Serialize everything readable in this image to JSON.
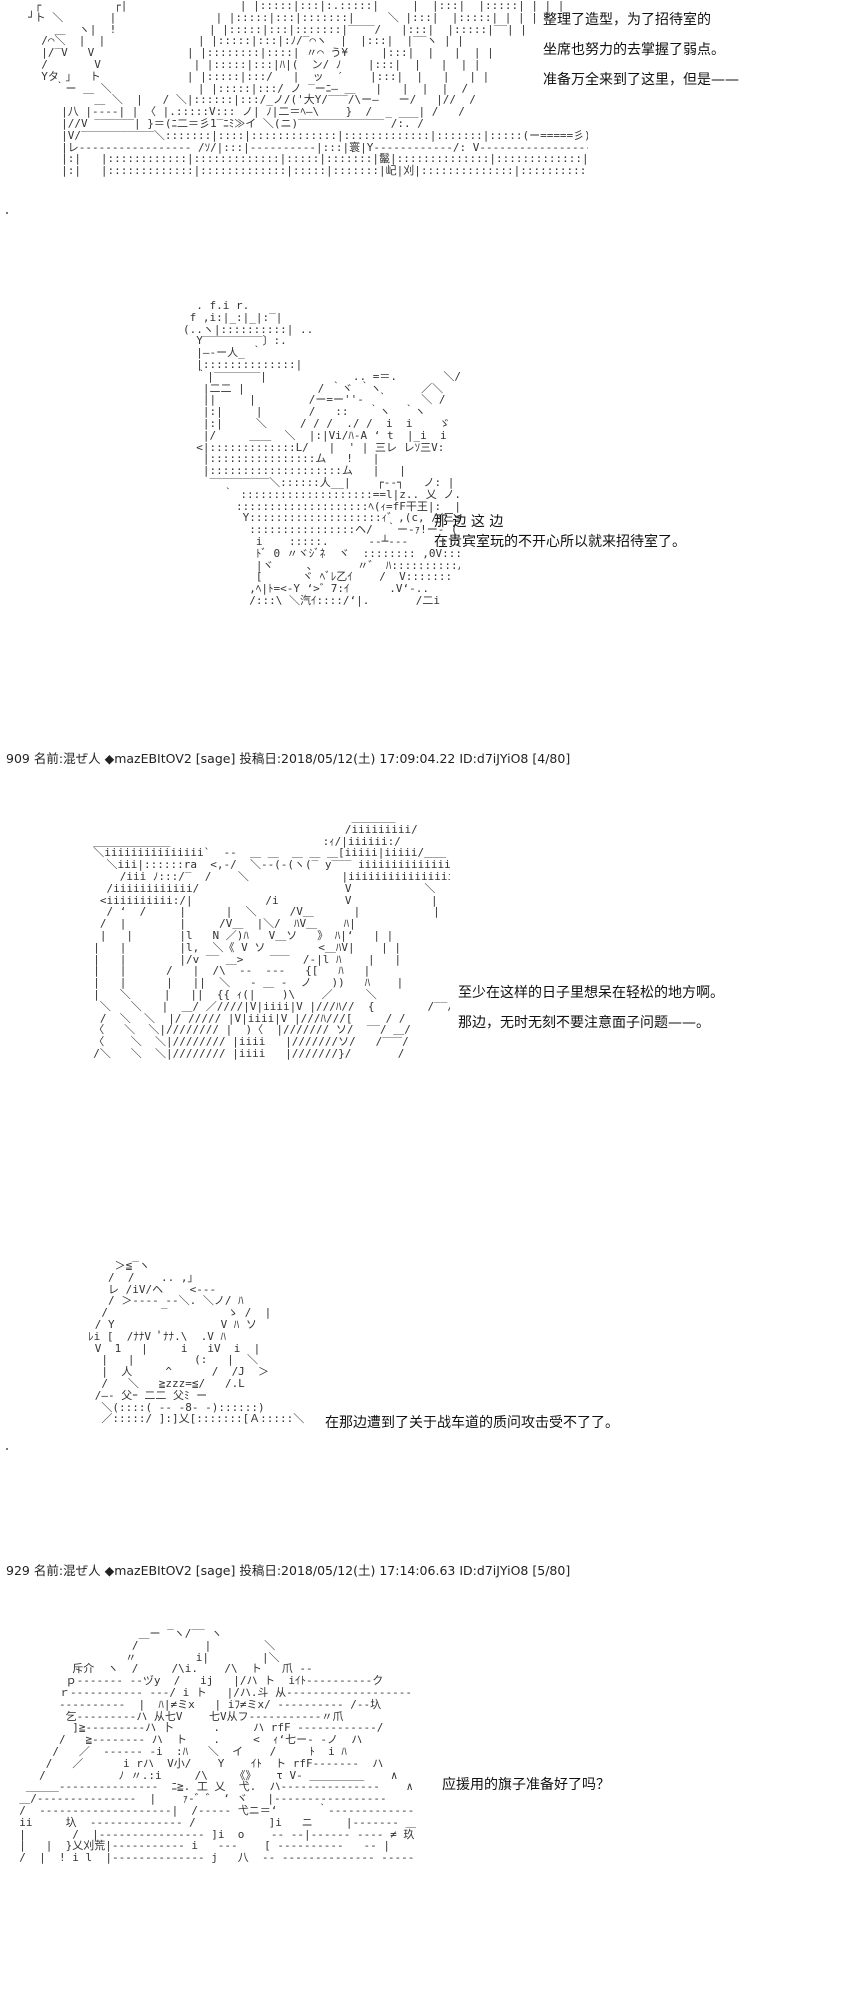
{
  "art_blocks": {
    "art1": " ┌           ┌|                 | |:::::|:::|:.:::::|     |  |:::|  |:::::| | | |\n┘ト ＼       |               | |:::::|:::|:::::::|     ＼ |:::|  |:::::| | | |\n    ＿  ヽ|  !              | |:::::|:::|:::::::|‾‾‾‾/   |:::|  |:::::|‾‾| |\n  /⌒＼  |  |              | |:::::|:::|:ﾉ/‾⌒ヽ  |  |:::|  |‾‾ヽ | |\n  |/‾V   V              | |::::::::|::::| 〃⌒ う¥     |:::|  |   |  | |\n  /       V              | |:::::|:::|ﾊ|(  ン/ ﾉ    |:::|  |   |  | |\n  Yタ 」  ト             | |:::::|:::/   |  ッ  ′    |:::|  |   |   | |\n    ｀ー ＿ ＼             | |:::::|:::/ ノ ‾ーﾆ― ＿   |   |  |  |  /\n          ＿ ＼  |   / ＼|::::::|:::/_ノ/('大Y/‾‾‾/\\ー―   ー/   |//  /\n     |八 |‐‐‐‐| | 〈 |.:::::V::: ノ| ﾉ|二＝ﾍ―\\    }  /  _ ___| /   /\n     |//V ‾‾‾‾‾‾| }＝(ﾆ二＝彡1‾ﾆﾐ≫イ ＼(ニ)‾‾‾‾‾‾‾‾‾‾‾‾‾ /:. /\n     |V/‾‾‾‾‾‾‾‾‾‾‾＼:::::::|::::|:::::::::::::|:::::::::::::|:::::::|:::::(ー=====彡)〈⌒〉\n     |レ‐‐‐‐‐‐‐‐‐‐‐‐‐‐‐‐‐ /ｿ/|:::|‐‐‐‐‐‐‐‐‐‐|:::|寰|Y‐‐‐‐‐‐‐‐‐‐‐‐/: V‐‐‐‐‐‐‐‐‐‐‐‐‐‐‐‐‐‐‐( : |_|\n     |:|   |::::::::::::|:::::::::::::|:::::|:::::::|鬣|::::::::::::::|:::::::::::::|:::::::|:::::::::::| /  |\n     |:|   |:::::::::::::|:::::::::::::|:::::|:::::::|屺|刈|::::::::::::::|:::::::::::::|:::::::|::::::::::::| /  |",
    "art2": "          . f.i r.\n         f ,i:|_:|_|:‾|\n        (..ヽ|::::::::::| ..\n          Y‾‾‾‾‾‾‾‾‾〕:.\n          |―‐ー人_ ｀\n          |::::::::::::::|\n          ｀|‾‾‾‾‾‾‾|             .. =＝.       ＼/\n           |二二 |           / ｀ヾ ｀ヽ      ／＼\n           ||     |        /ー=ー''‐  ｀     ＼ /\n           |:|     |       /   ::   ｀ヽ  ｀ヽ\n           |:|     ＼     / / /  ./ /  i  i    ゞ\n           |/     ＿＿  ＼  |:|Vi/ﾊ-A ‘ t  |_i  i  i   〉\n          <|:::::::::::::L/   |  ' | 三レ レｿ三V:  |/\n           |::::::::::::::::ム   !   |            |:  |\n           |::::::::::::::::::::ム   |   |             |: |\n            ‾‾‾‾‾‾‾‾‾＼::::::人__|    ┌‐‐┐   ノ: |\n              ｀ ::::::::::::::::::::==l|z.. 乂 ノ..  :  ィ  !\n                ::::::::::::::::::::ﾍ(ｨ=fF干王|:  |川  ｀\n                 Y::::::::::::::::::::ｨ゛,(c, /ｲ三≦レ=、\n                  ::::::::::::::::ヘ/  ｀ー‐ｧ!ー‐ (  )::::::＼\n                   i    :::::.      ‐‐┴‐‐‐     :::::::::/ /\n                   ﾄﾞ 0 〃ヾｼﾞﾈ  ヾ  :::::::: ,0V:::::::::/\n                   |ヾ     、      〃゛ ﾊ::::::::::/\n                   [      ヾ ﾍﾞﾚ乙ｲ    /  V:::::::\n                  ,ﾍ|ﾄ=<-Y ‘>゛7:ｲ      .V‘‐..\n                  /:::\\ ＼汽ｲ::::/‘|.       /二i   八",
    "art3": "                                         ＿＿＿＿\n                                        /iiiiiiiii/\n  ＿＿＿＿＿＿＿                       :ｨ/|iiiiii:/\n  ＼iiiiiiiiiiiiiii`  ‐‐  ＿ ＿  ＿ ＿ ＿[iiiii|iiiii/＿＿\n    ＼iii|::::::ra  <,‐/  ＼‐-(‐(ヽ(‾ y‾‾‾ iiiiiiiiiiiiiiiiiiiiii.i.＼\n      /iii ﾉ:::/‾  /    ＼              |iiiiiiiiiiiiiiiiiiiii/＼\n    /iiiiiiiiiiii/                      V           ＼\n   <iiiiiiiiii:/|           /i          V            |\n    / ‘  /     |      |  ＼     /V＿      |           |\n   /  |        |     /V＿  |＼/  ﾊV＿    ﾊ|\n   |   |       |l   N ／)ﾊ   V＿ソ   》 ﾊ|‘   | |\n  |   |        |l,  ＼《 V ソ        <＿ﾊV|    | |\n  |   |        |/v ‾‾ ＿>    ‾‾‾  /‐|l ﾊ    |   |\n  |   |      /   |  /\\  ‐‐  ‐‐‐   {[   ﾊ   |\n  |   |      |   ||  ＼   ‐ ＿ ‐  ノ   ))   ﾊ    |\n  |   ＼     |   ||  {{ ｨ(|    )\\    ／     ＼\n   ＼   ＼   |  ＿/ ／////|V|iiii|V |///ﾊ//  {        /‾‾/\n   /  ＼  ＼  |/ ///// |V|iiii|V |///ﾊ///[     / /\n  〈   ＼  ＼|//////// |  )〈  |/////// ソ/  ‾‾/ ＿/\n  〈    ＼  ＼|//////// |iiii   |///////ソ/   /‾‾‾/\n  /＼   ＼  ＼|//////// |iiii   |///////}/       /",
    "art4": "         ＞≦‾ヽ\n        /  /    .. ,」\n        レ /iV/ヘ    <‐‐‐\n        / ＞‐‐‐‐ ‐‐＼. ＼ノ/ ﾊ\n       /        ‾         ゝ /  |\n      / Y                V ﾊ ソ\n     ﾚi [  /ﾅﾅV ﾟﾅﾅ.\\  .V ﾊ\n      V  1   |     i   iV  i  |\n       |   |         (:   |  ＼\n       |  人     ^      /  /J  ＞\n       /   ＼   ≧zzz=≦/   /.L\n      /―‐ 父ｰ 二二 父ﾐ ー\n       ＼(::::( ‐‐ ‐8‐ ‐)::::::)\n       ／:::::/ ]:]乂[:::::::[Ａ:::::＼",
    "art5": "                    ＿ー ‾ヽ/‾‾ ヽ\n                   /          |        ＼\n                  〃         i|        |＼\n          斥介  ヽ  /     /\\i.    /\\  ト   爪 ‐‐\n         ｐ‐‐‐‐‐‐‐ ‐‐ヅy  /   ij   |/ハ ト  iｲﾄ‐‐‐‐‐‐‐‐‐‐ク\n        ｒ‐‐‐‐‐‐‐‐‐‐‐ ‐‐‐/ i ト   |/ハ.斗 从‐‐‐‐‐‐‐‐‐‐‐‐‐‐‐‐‐‐‐\n        ‐‐‐‐‐‐‐‐‐‐  |  ﾊ|≠ミx   | iﾌ≠ミx/ ‐‐‐‐‐‐‐‐‐‐ /‐‐圦\n         乞‐‐‐‐‐‐‐‐‐ハ 从七V    七V从フ‐‐‐‐‐‐‐‐‐‐‐〃爪\n          ]≧‐‐‐‐‐‐‐‐‐ハ 卜      .     ハ rfF ‐‐‐‐‐‐‐‐‐‐‐‐/\n        /   ≧‐‐‐‐‐‐‐‐ ハ  ト    .     <  ｨ‘七ー‐ ‐ノ  ハ\n       /   ／  ‐‐‐‐‐‐ ‐i  :ﾊ   ＼  イ    /     ﾄ  i ﾊ\n      /   ／      i rハ  V小/    Y    ｲﾄ  ト rfF‐‐‐‐‐‐‐  ハ\n     /           ﾉ 〃.:i     /\\    《》   τ V‐ ＿＿＿＿＿    ∧\n   ＿＿＿‐‐‐‐‐‐‐‐‐‐‐‐‐‐‐  ﾆ≧. 工 乂  弋.  ハ‐‐‐‐‐‐‐‐‐‐‐‐‐‐‐    ∧\n  ＿/‐‐‐‐‐‐‐‐‐‐‐‐‐‐‐  |    ｧ‐゛゛ ‘ ヾ   |‐‐‐‐‐‐‐‐‐‐‐‐‐‐‐‐‐      /\n  /  ‐‐‐‐‐‐‐‐‐‐‐‐‐‐‐‐‐‐‐‐|  /‐‐‐‐‐ 弋ニ＝‘      ｀‐‐‐‐‐‐‐‐‐‐‐‐‐‐  |\n  ii     圦  ‐‐‐‐‐‐‐‐‐‐‐‐‐‐ /           ]i   ニ     |‐‐‐‐‐‐‐ ＿斧斧刈     |\n  |       /  |‐‐‐‐‐‐‐‐‐‐‐‐‐‐‐‐ ]i  o    ‐‐ ‐‐|‐‐‐‐‐‐ ‐‐‐‐ ≠ 玖  /,  |\n  |   |  }乂刈荒|‐‐‐‐‐‐‐‐‐‐‐ i   ‐‐‐    [ ‐‐‐‐‐‐‐‐‐‐   ‐‐ |    /   |\n  /  |  ! i l  |‐‐‐‐‐‐‐‐‐‐‐‐‐‐ j   八  ‐‐ ‐‐‐‐‐‐‐‐‐‐‐‐‐‐ ‐‐‐‐‐‐‐‐  |    /  /"
  },
  "captions": {
    "cap1": [
      "整理了造型，为了招待室的",
      "坐席也努力的去掌握了弱点。",
      "准备万全来到了这里，但是——"
    ],
    "cap2": [
      "那 边                     这 边",
      "在贵宾室玩的不开心所以就来招待室了。"
    ],
    "cap3": [
      "至少在这样的日子里想呆在轻松的地方啊。",
      "那边，无时无刻不要注意面子问题——。"
    ],
    "cap4": [
      "在那边遭到了关于战车道的质问攻击受不了了。"
    ],
    "cap5": [
      "应援用的旗子准备好了吗？"
    ]
  },
  "post_headers": [
    {
      "number": "909",
      "name_label": "名前:混ぜ人",
      "trip": "◆mazEBItOV2",
      "mail": "[sage]",
      "date_label": "投稿日:2018/05/12(土) 17:09:04.22",
      "id": "ID:d7iJYiO8",
      "progress": "[4/80]"
    },
    {
      "number": "929",
      "name_label": "名前:混ぜ人",
      "trip": "◆mazEBItOV2",
      "mail": "[sage]",
      "date_label": "投稿日:2018/05/12(土) 17:14:06.63",
      "id": "ID:d7iJYiO8",
      "progress": "[5/80]"
    }
  ]
}
